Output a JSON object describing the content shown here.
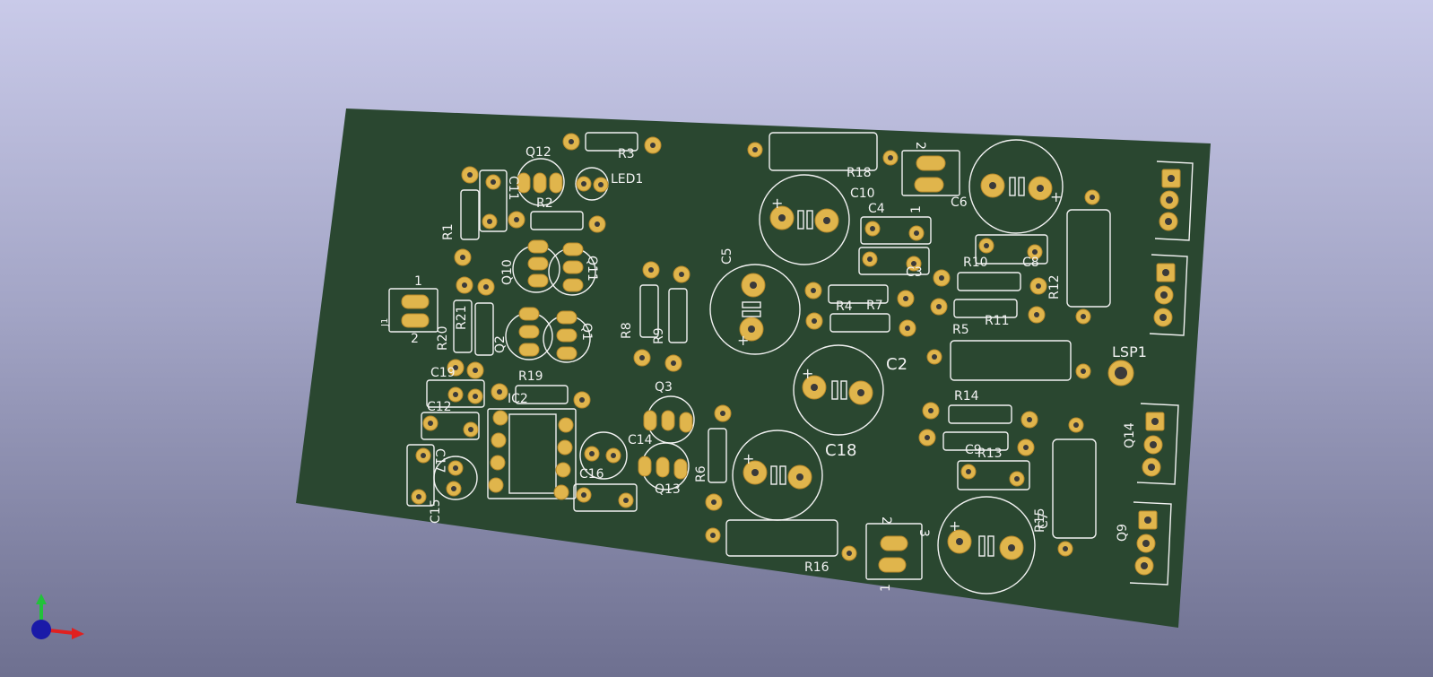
{
  "viewer": {
    "board_color": "#2a4730",
    "silk_color": "#f2f2f2",
    "pad_color": "#e0b54c",
    "axis_icon": "xyz-axis-icon"
  },
  "components": {
    "Q12": "Q12",
    "R3": "R3",
    "LED1": "LED1",
    "R1": "R1",
    "C11": "C11",
    "R2": "R2",
    "Q10": "Q10",
    "Q11": "Q11",
    "J1": "J1",
    "R20": "R20",
    "R21": "R21",
    "Q2": "Q2",
    "Q1": "Q1",
    "R8": "R8",
    "R9": "R9",
    "C19": "C19",
    "C12": "C12",
    "R19": "R19",
    "IC2": "IC2",
    "Q3": "Q3",
    "C14": "C14",
    "C17": "C17",
    "C15": "C15",
    "C16": "C16",
    "Q13": "Q13",
    "R6": "R6",
    "R18": "R18",
    "C10": "C10",
    "C4": "C4",
    "C3": "C3",
    "C5": "C5",
    "R4": "R4",
    "R7": "R7",
    "C2": "C2",
    "C18": "C18",
    "C6": "C6",
    "C8": "C8",
    "R10": "R10",
    "R11": "R11",
    "R12": "R12",
    "R5": "R5",
    "LSP1": "LSP1",
    "R14": "R14",
    "C9": "C9",
    "R13": "R13",
    "Q14": "Q14",
    "R15": "R15",
    "C7": "C7",
    "Q9": "Q9",
    "R16": "R16",
    "pin1a": "1",
    "pin2a": "2",
    "pin1b": "1",
    "pin2b": "2",
    "pin1c": "1",
    "pin2c": "2",
    "pin3c": "3"
  }
}
